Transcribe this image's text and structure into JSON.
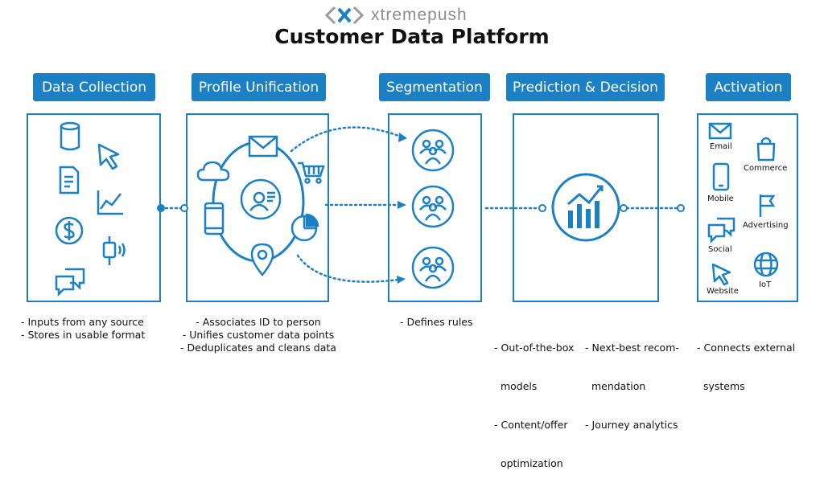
{
  "header": {
    "brand": "xtremepush",
    "title": "Customer Data Platform"
  },
  "stages": [
    {
      "label": "Data Collection",
      "description": [
        "- Inputs from any source",
        "- Stores in usable format"
      ]
    },
    {
      "label": "Profile Unification",
      "description": [
        "- Associates ID to person",
        "- Unifies customer data points",
        "- Deduplicates and cleans data"
      ]
    },
    {
      "label": "Segmentation",
      "description": [
        "- Defines rules"
      ]
    },
    {
      "label": "Prediction & Decision",
      "description_left": [
        "- Out-of-the-box",
        "  models",
        "- Content/offer",
        "  optimization"
      ],
      "description_right": [
        "- Next-best recom-",
        "  mendation",
        "- Journey analytics"
      ]
    },
    {
      "label": "Activation",
      "description": [
        "- Connects external",
        "  systems"
      ]
    }
  ],
  "activation_channels": [
    "Email",
    "Commerce",
    "Mobile",
    "Advertising",
    "Social",
    "Website",
    "IoT"
  ],
  "icons": {
    "data_collection": [
      "database-icon",
      "cursor-icon",
      "document-icon",
      "line-chart-icon",
      "dollar-icon",
      "wearable-icon",
      "chat-icon"
    ],
    "profile_unification": [
      "envelope-icon",
      "cloud-icon",
      "cart-icon",
      "contact-card-icon",
      "mobile-icon",
      "pie-chart-icon",
      "location-pin-icon"
    ],
    "segmentation": [
      "group-icon",
      "group-icon",
      "group-icon"
    ],
    "prediction": [
      "growth-chart-icon"
    ]
  },
  "colors": {
    "accent": "#1b80c4",
    "brand_gray": "#8c8c8c",
    "text": "#111111"
  }
}
